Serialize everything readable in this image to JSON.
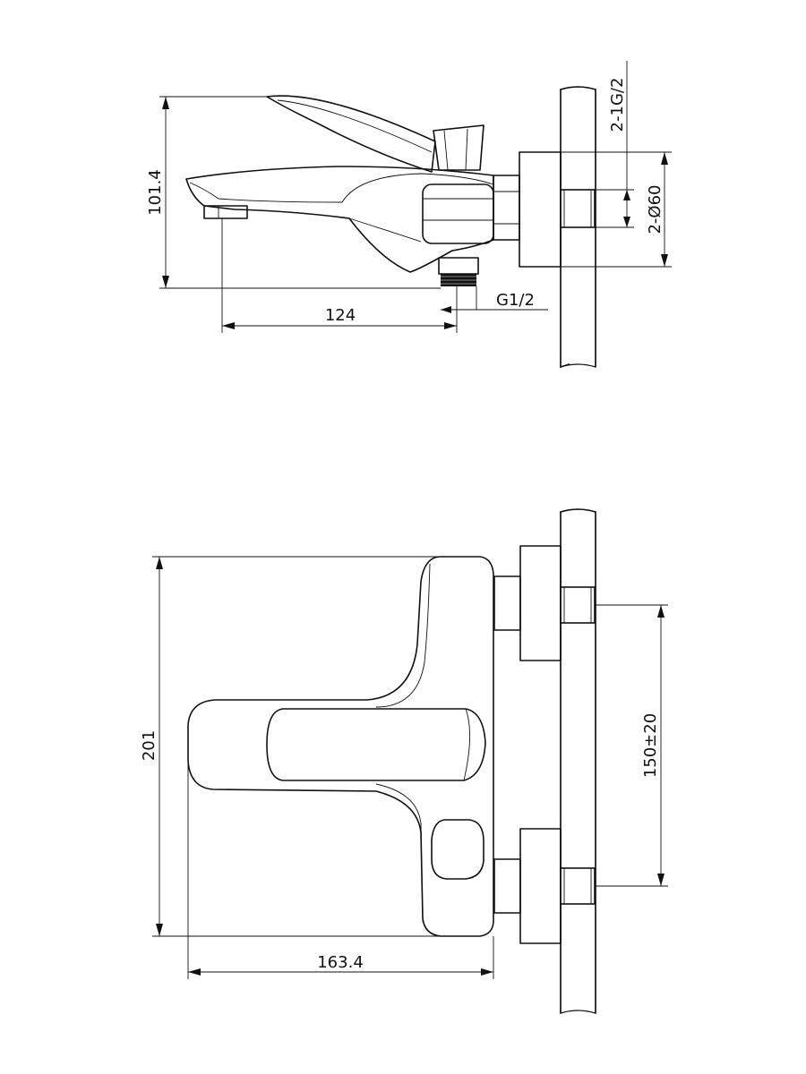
{
  "dimensions": {
    "side_height": "101.4",
    "side_length": "124",
    "outlet_thread": "G1/2",
    "inlet_thread": "2-1G/2",
    "escutcheon_dia": "2-Ø60",
    "front_height": "201",
    "front_width": "163.4",
    "center_distance": "150±20"
  }
}
